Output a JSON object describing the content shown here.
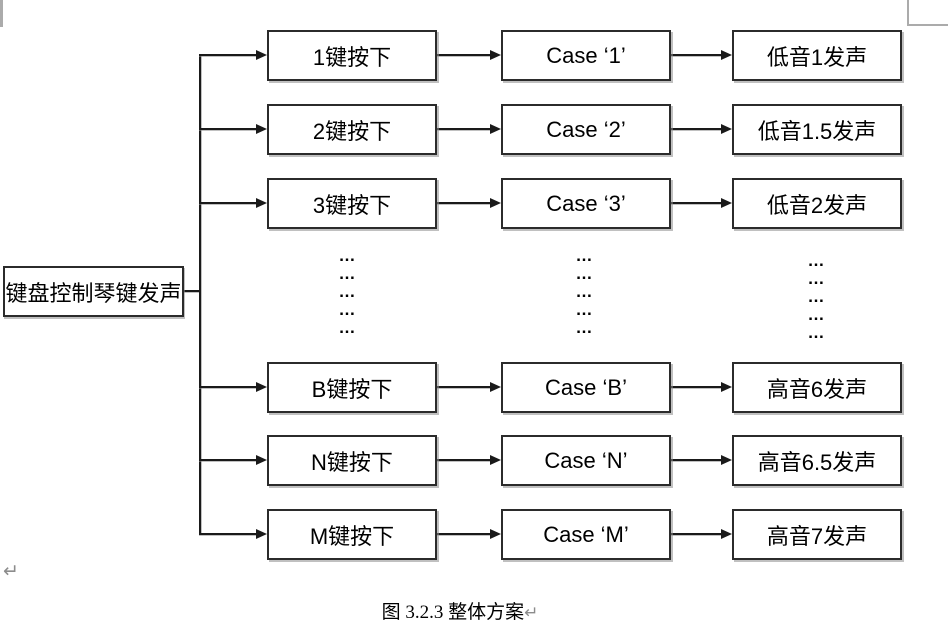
{
  "root": {
    "label": "键盘控制琴键发声"
  },
  "rows": [
    {
      "key_label": "1键按下",
      "case_label": "Case ‘1’",
      "sound_label": "低音1发声"
    },
    {
      "key_label": "2键按下",
      "case_label": "Case ‘2’",
      "sound_label": "低音1.5发声"
    },
    {
      "key_label": "3键按下",
      "case_label": "Case ‘3’",
      "sound_label": "低音2发声"
    },
    {
      "key_label": "B键按下",
      "case_label": "Case ‘B’",
      "sound_label": "高音6发声"
    },
    {
      "key_label": "N键按下",
      "case_label": "Case ‘N’",
      "sound_label": "高音6.5发声"
    },
    {
      "key_label": "M键按下",
      "case_label": "Case ‘M’",
      "sound_label": "高音7发声"
    }
  ],
  "ellipsis": "…",
  "caption": {
    "text": "图 3.2.3  整体方案",
    "return_mark": "↵"
  },
  "paragraph_mark": "↵",
  "colors": {
    "line": "#1a1a1a",
    "border": "#2b2b2b",
    "gray-mark": "#8c8c8c",
    "artifact": "#ababab"
  }
}
